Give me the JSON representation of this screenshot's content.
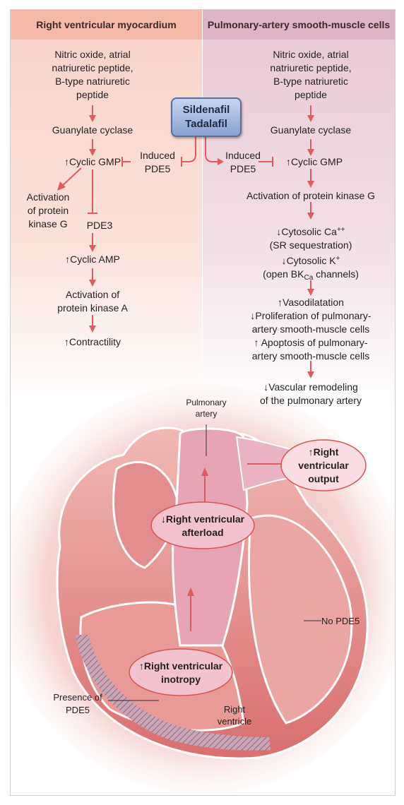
{
  "headers": {
    "left": "Right ventricular myocardium",
    "right": "Pulmonary-artery smooth-muscle cells"
  },
  "drug_box": {
    "line1": "Sildenafil",
    "line2": "Tadalafil"
  },
  "left_column": {
    "stimuli": [
      "Nitric oxide, atrial",
      "natriuretic peptide,",
      "B-type natriuretic",
      "peptide"
    ],
    "guanylate": "Guanylate cyclase",
    "cgmp": "↑Cyclic GMP",
    "induced_pde5": [
      "Induced",
      "PDE5"
    ],
    "pkg": [
      "Activation",
      "of protein",
      "kinase G"
    ],
    "pde3": "PDE3",
    "camp": "↑Cyclic AMP",
    "pka": [
      "Activation of",
      "protein kinase A"
    ],
    "contractility": "↑Contractility"
  },
  "right_column": {
    "stimuli": [
      "Nitric oxide, atrial",
      "natriuretic peptide,",
      "B-type natriuretic",
      "peptide"
    ],
    "guanylate": "Guanylate cyclase",
    "induced_pde5": [
      "Induced",
      "PDE5"
    ],
    "cgmp": "↑Cyclic GMP",
    "pkg": "Activation of protein kinase G",
    "ca_line1_pre": "↓Cytosolic Ca",
    "ca_line1_sup": "++",
    "ca_line2": "(SR sequestration)",
    "k_pre": "↓Cytosolic K",
    "k_sup": "+",
    "bk_pre": "(open BK",
    "bk_sub": "Ca",
    "bk_post": " channels)",
    "effects": [
      "↑Vasodilatation",
      "↓Proliferation of pulmonary-",
      "artery smooth-muscle cells",
      "↑ Apoptosis of pulmonary-",
      "artery smooth-muscle cells"
    ],
    "remodeling": [
      "↓Vascular remodeling",
      "of the pulmonary artery"
    ]
  },
  "heart_labels": {
    "pulmonary_artery": [
      "Pulmonary",
      "artery"
    ],
    "output": [
      "↑Right",
      "ventricular",
      "output"
    ],
    "afterload": [
      "↓Right ventricular",
      "afterload"
    ],
    "inotropy": [
      "↑Right ventricular",
      "inotropy"
    ],
    "no_pde5": "No  PDE5",
    "presence": [
      "Presence of",
      "PDE5"
    ],
    "right_ventricle": [
      "Right",
      "ventricle"
    ]
  },
  "colors": {
    "arrow": "#e05a5f",
    "left_header": "#f5b9a8",
    "right_header": "#ddb3c6",
    "drug_box": "#8aa2d2"
  }
}
